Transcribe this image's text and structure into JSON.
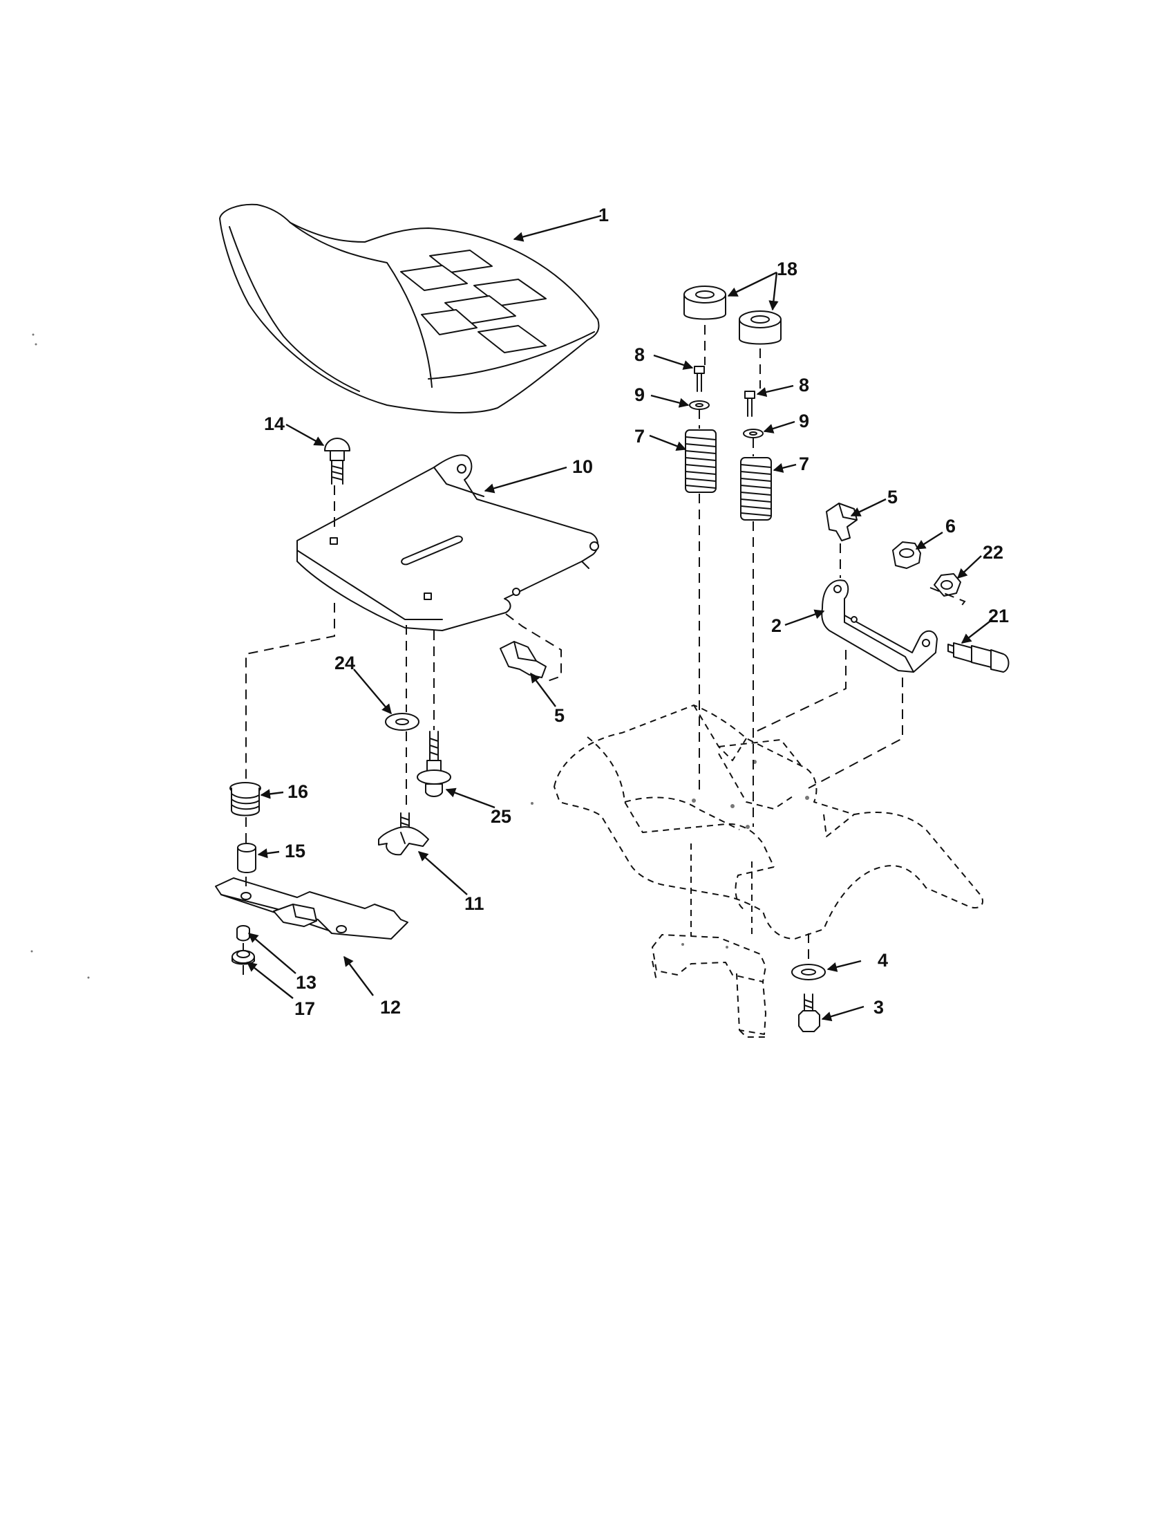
{
  "labels": {
    "l1": "1",
    "l18": "18",
    "l8a": "8",
    "l8b": "8",
    "l9a": "9",
    "l9b": "9",
    "l7a": "7",
    "l7b": "7",
    "l14": "14",
    "l10": "10",
    "l5a": "5",
    "l5b": "5",
    "l6": "6",
    "l22": "22",
    "l2": "2",
    "l21": "21",
    "l24": "24",
    "l16": "16",
    "l25": "25",
    "l15": "15",
    "l11": "11",
    "l13": "13",
    "l12": "12",
    "l17": "17",
    "l4": "4",
    "l3": "3"
  },
  "colors": {
    "ink": "#111111",
    "paper": "#ffffff"
  }
}
